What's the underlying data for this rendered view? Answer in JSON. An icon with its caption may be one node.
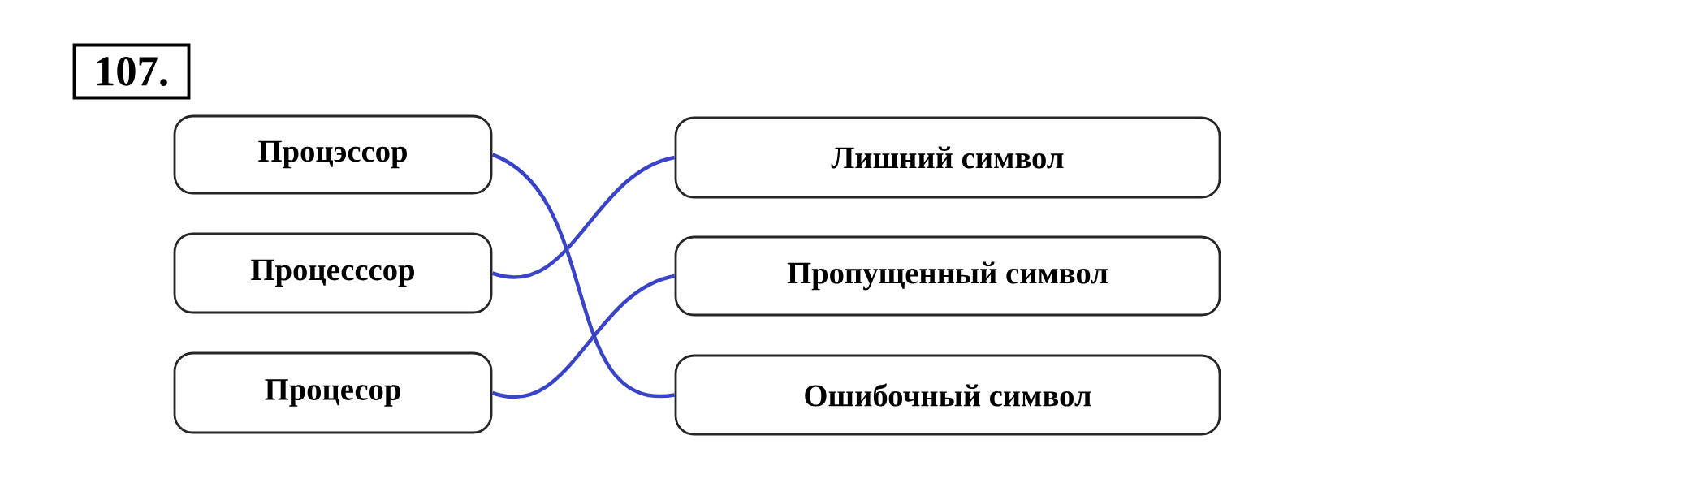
{
  "diagram": {
    "nodes": [
      {
        "text": [
          "Процэссор"
        ]
      },
      {
        "text": [
          "Процесссор"
        ]
      },
      {
        "text": [
          "Процесор"
        ]
      },
      {
        "text": [
          "Лишний символ"
        ]
      },
      {
        "text": [
          "Пропущенный символ"
        ]
      },
      {
        "text": [
          "Ошибочный символ"
        ]
      }
    ],
    "edges": [
      {
        "from": 0,
        "to": 5,
        "arrow": "none"
      },
      {
        "from": 1,
        "to": 3,
        "arrow": "none"
      },
      {
        "from": 2,
        "to": 4,
        "arrow": "none"
      }
    ],
    "labels": [
      "107."
    ]
  }
}
